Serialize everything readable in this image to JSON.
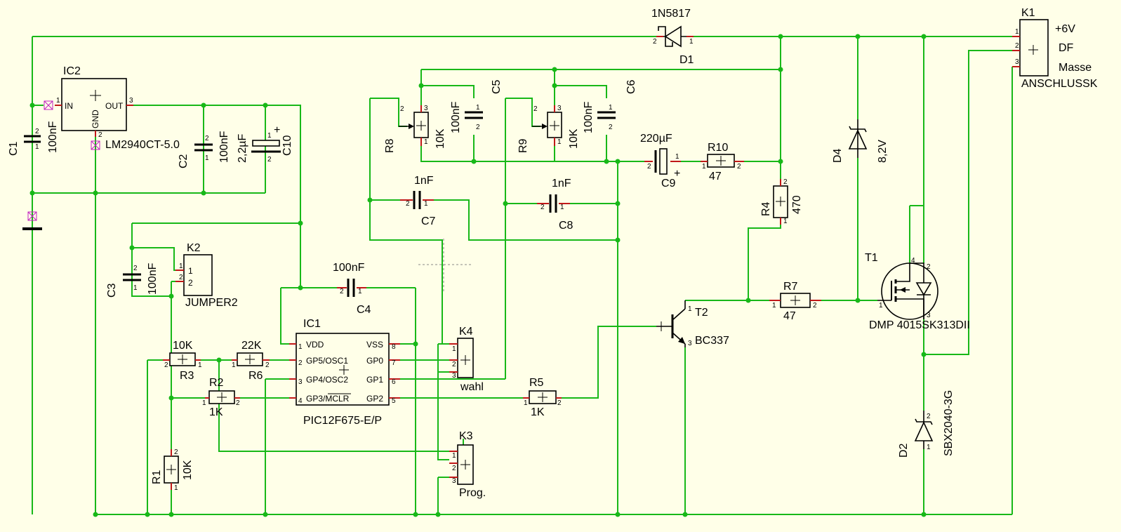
{
  "labels": {
    "d1_type": "1N5817",
    "d1_name": "D1",
    "k1_name": "K1",
    "k1_p6v": "+6V",
    "k1_df": "DF",
    "k1_masse": "Masse",
    "k1_value": "ANSCHLUSSK",
    "ic2_name": "IC2",
    "ic2_in": "IN",
    "ic2_out": "OUT",
    "ic2_gnd": "GND",
    "ic2_value": "LM2940CT-5.0",
    "c1_name": "C1",
    "c1_value": "100nF",
    "c2_name": "C2",
    "c2_value": "100nF",
    "c10_name": "C10",
    "c10_value": "2,2µF",
    "r8_name": "R8",
    "r8_value": "10K",
    "c5_name": "C5",
    "c5_value": "100nF",
    "r9_name": "R9",
    "r9_value": "10K",
    "c6_name": "C6",
    "c6_value": "100nF",
    "c9_value": "220µF",
    "c9_name": "C9",
    "r10_name": "R10",
    "r10_value": "47",
    "c7_value": "1nF",
    "c7_name": "C7",
    "c8_value": "1nF",
    "c8_name": "C8",
    "r4_name": "R4",
    "r4_value": "470",
    "d4_name": "D4",
    "d4_value": "8,2V",
    "k2_name": "K2",
    "k2_value": "JUMPER2",
    "c3_name": "C3",
    "c3_value": "100nF",
    "c4_value": "100nF",
    "c4_name": "C4",
    "ic1_name": "IC1",
    "ic1_value": "PIC12F675-E/P",
    "ic1_vdd": "VDD",
    "ic1_gp5": "GP5/OSC1",
    "ic1_gp4": "GP4/OSC2",
    "ic1_gp3": "GP3/MCLR",
    "ic1_vss": "VSS",
    "ic1_gp0": "GP0",
    "ic1_gp1": "GP1",
    "ic1_gp2": "GP2",
    "r3_value": "10K",
    "r3_name": "R3",
    "r6_value": "22K",
    "r6_name": "R6",
    "r2_name": "R2",
    "r2_value": "1K",
    "r1_name": "R1",
    "r1_value": "10K",
    "k4_name": "K4",
    "k4_value": "wahl",
    "k3_name": "K3",
    "k3_value": "Prog.",
    "r5_name": "R5",
    "r5_value": "1K",
    "t2_name": "T2",
    "t2_value": "BC337",
    "r7_name": "R7",
    "r7_value": "47",
    "t1_name": "T1",
    "t1_value": "DMP 4015SK313DII",
    "d2_name": "D2",
    "d2_value": "SBX2040-3G",
    "pin_k2_1": "1",
    "pin_k2_2": "2"
  }
}
